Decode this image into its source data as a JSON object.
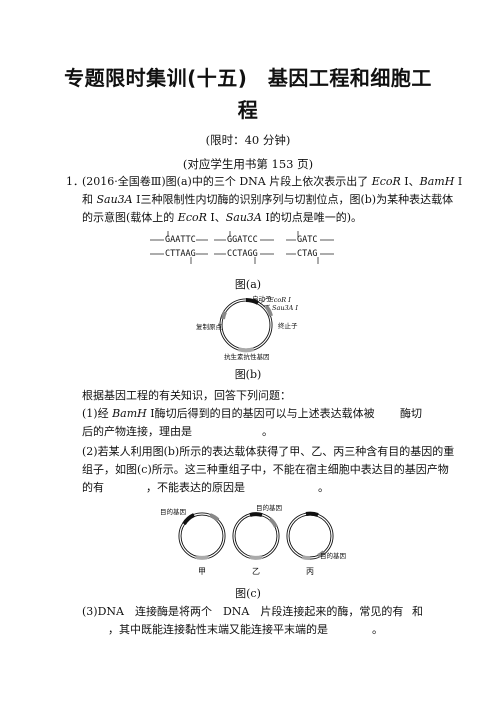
{
  "header": {
    "title_line1": "专题限时集训(十五)　基因工程和细胞工",
    "title_line2": "程",
    "time_limit": "(限时：40 分钟)",
    "book_ref": "(对应学生用书第 153 页)"
  },
  "q1": {
    "number": "1．",
    "l1a": "(2016·全国卷Ⅲ)图(a)中的三个 DNA 片段上依次表示出了 ",
    "l1b": "EcoR",
    "l1c": " Ⅰ、",
    "l1d": "BamH",
    "l1e": " Ⅰ",
    "l2a": "和 ",
    "l2b": "Sau3A",
    "l2c": " Ⅰ三种限制性内切酶的识别序列与切割位点，图(b)为某种表达载体",
    "l3a": "的示意图(载体上的 ",
    "l3b": "EcoR",
    "l3c": " Ⅰ、",
    "l3d": "Sau3A",
    "l3e": " Ⅰ的切点是唯一的)。"
  },
  "fig_a": {
    "caption": "图(a)",
    "ecori_top": "GAATTC",
    "ecori_bottom": "CTTAAG",
    "bamhi_top": "GGATCC",
    "bamhi_bottom": "CCTAGG",
    "sau3ai_top": "GATC",
    "sau3ai_bottom": "CTAG"
  },
  "fig_b": {
    "caption": "图(b)",
    "terminator": "终止子",
    "ecori_label": "EcoR Ⅰ",
    "sau3ai_label": "Sau3A Ⅰ",
    "promoter": "启动子",
    "origin": "复制原点",
    "resistance": "抗生素抗性基因"
  },
  "body": {
    "intro": "根据基因工程的有关知识，回答下列问题：",
    "s1a": "(1)经 ",
    "s1b": "BamH",
    "s1c": " Ⅰ酶切后得到的目的基因可以与上述表达载体被",
    "s1d": "酶切",
    "s1e": "后的产物连接，理由是",
    "s1f": "。",
    "s2a": "(2)若某人利用图(b)所示的表达载体获得了甲、乙、丙三种含有目的基因的重",
    "s2b": "组子，如图(c)所示。这三种重组子中，不能在宿主细胞中表达目的基因产物",
    "s2c": "的有",
    "s2d": "，不能表达的原因是",
    "s2e": "。",
    "s3a": "(3)DNA　连接酶是将两个　DNA　片段连接起来的酶，常见的有",
    "s3b": "和",
    "s3c": "，其中既能连接黏性末端又能连接平末端的是",
    "s3d": "。"
  },
  "fig_c": {
    "caption": "图(c)",
    "gene_label_1": "目的基因",
    "gene_label_2": "目的基因",
    "gene_label_3": "目的基因",
    "name_1": "甲",
    "name_2": "乙",
    "name_3": "丙"
  }
}
